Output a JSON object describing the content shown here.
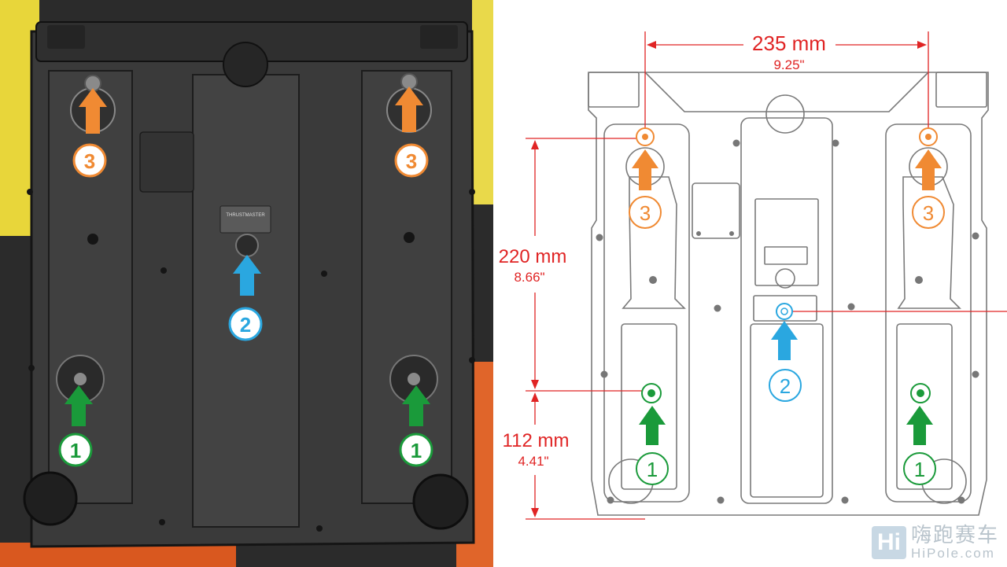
{
  "photo": {
    "badges": [
      {
        "id": "photo-badge-3-left",
        "number": "3",
        "color": "#f08a33"
      },
      {
        "id": "photo-badge-3-right",
        "number": "3",
        "color": "#f08a33"
      },
      {
        "id": "photo-badge-2-center",
        "number": "2",
        "color": "#2aa7e0"
      },
      {
        "id": "photo-badge-1-left",
        "number": "1",
        "color": "#1a9a3a"
      },
      {
        "id": "photo-badge-1-right",
        "number": "1",
        "color": "#1a9a3a"
      }
    ],
    "label_brand": "THRUSTMASTER"
  },
  "drawing": {
    "dim_width_mm": "235 mm",
    "dim_width_in": "9.25\"",
    "dim_height_mm": "220 mm",
    "dim_height_in": "8.66\"",
    "dim_lower_mm": "112 mm",
    "dim_lower_in": "4.41\"",
    "badges": [
      {
        "id": "drawing-badge-3-left",
        "number": "3",
        "color": "#f08a33"
      },
      {
        "id": "drawing-badge-3-right",
        "number": "3",
        "color": "#f08a33"
      },
      {
        "id": "drawing-badge-2-center",
        "number": "2",
        "color": "#2aa7e0"
      },
      {
        "id": "drawing-badge-1-left",
        "number": "1",
        "color": "#1a9a3a"
      },
      {
        "id": "drawing-badge-1-right",
        "number": "1",
        "color": "#1a9a3a"
      }
    ],
    "dimension_color": "#e02424"
  },
  "watermark": {
    "logo_text": "Hi",
    "cn_text": "嗨跑赛车",
    "en_text": "HiPole.com"
  },
  "colors": {
    "orange": "#f08a33",
    "blue": "#2aa7e0",
    "green": "#1a9a3a",
    "red": "#e02424"
  }
}
